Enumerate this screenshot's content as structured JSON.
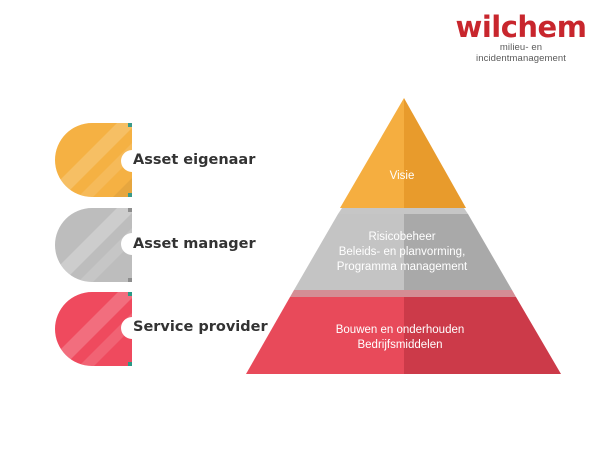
{
  "logo": {
    "name": "wilchem",
    "tagline": "milieu- en incidentmanagement"
  },
  "roles": [
    {
      "label": "Asset eigenaar",
      "icon": "orange-half-circle-tab-icon",
      "color": "#f5b143"
    },
    {
      "label": "Asset manager",
      "icon": "gray-half-circle-tab-icon",
      "color": "#bdbdbd"
    },
    {
      "label": "Service provider",
      "icon": "red-half-circle-tab-icon",
      "color": "#ef4a5e"
    }
  ],
  "pyramid": {
    "top": {
      "lines": [
        "Visie"
      ],
      "color": "#f5ad3f"
    },
    "middle": {
      "lines": [
        "Risicobeheer",
        "Beleids- en planvorming,",
        "Programma management"
      ],
      "color": "#b8b8b8"
    },
    "bottom": {
      "lines": [
        "Bouwen en onderhouden",
        "Bedrijfsmiddelen"
      ],
      "color": "#e34252"
    }
  }
}
